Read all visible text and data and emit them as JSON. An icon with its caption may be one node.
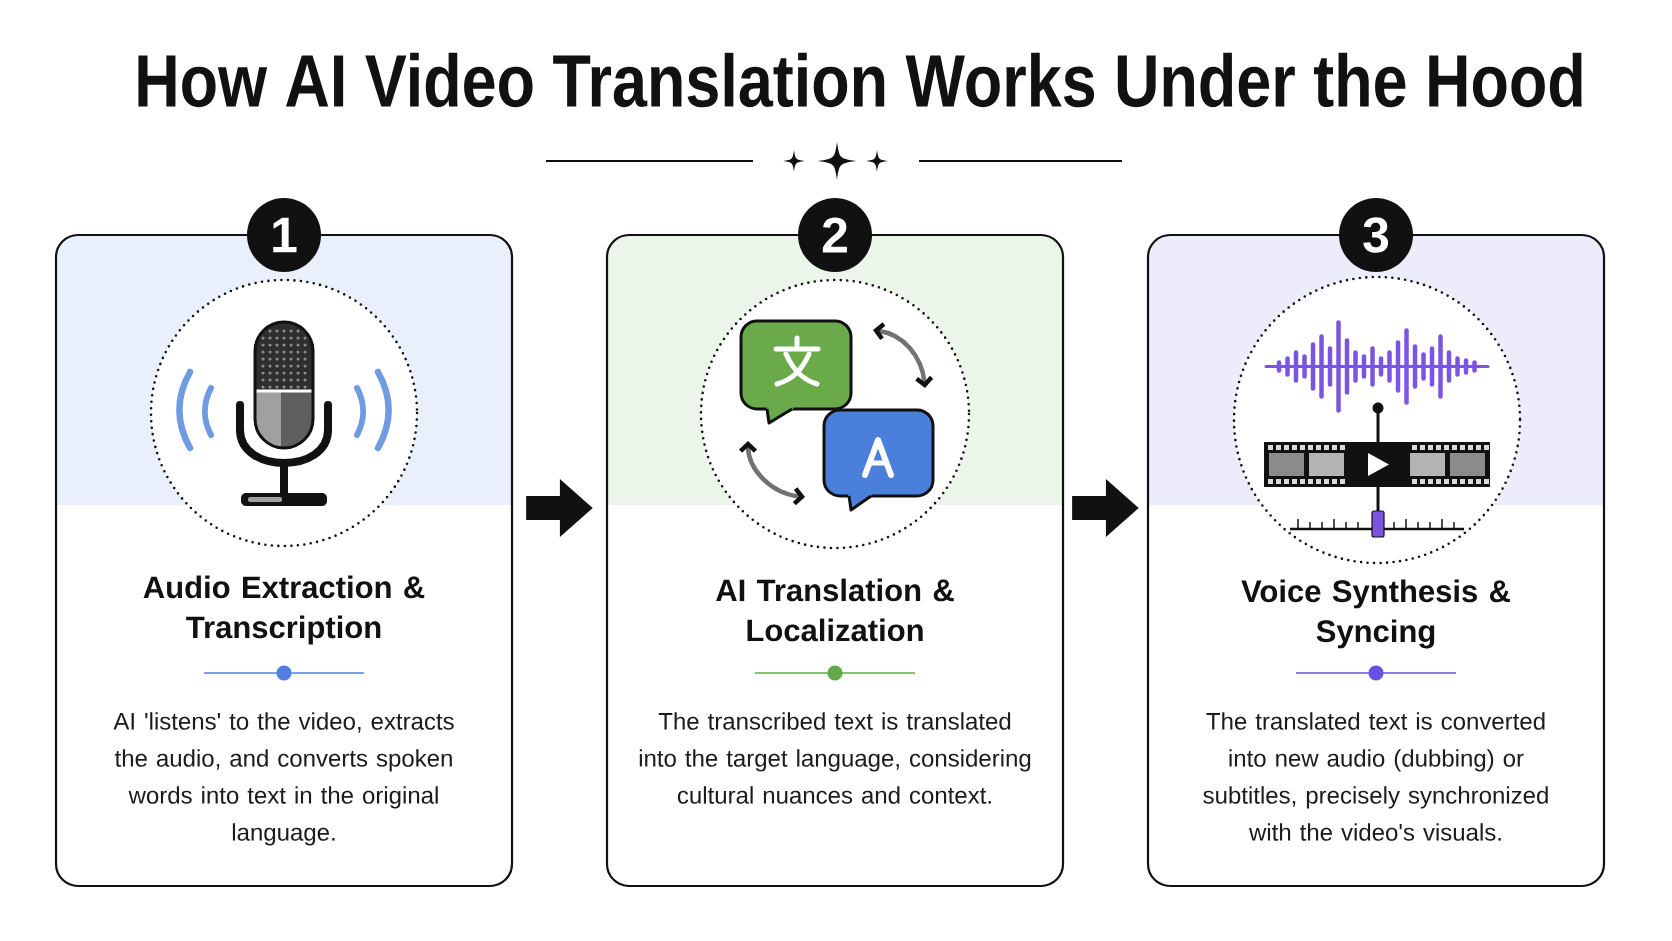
{
  "diagram": {
    "title": "How AI Video Translation Works Under the Hood",
    "nodes": [
      {
        "text": [
          "1"
        ]
      },
      {
        "text": [
          "Audio Extraction & Transcription",
          "AI 'listens' to the video, extracts the audio, and converts spoken words into text in the original language."
        ]
      },
      {
        "text": [
          "2"
        ]
      },
      {
        "text": [
          "AI Translation & Localization",
          "The transcribed text is translated into the target language, considering cultural nuances and context."
        ]
      },
      {
        "text": [
          "3"
        ]
      },
      {
        "text": [
          "Voice Synthesis & Syncing",
          "The translated text is converted into new audio (dubbing) or subtitles, precisely synchronized with the video's visuals."
        ]
      }
    ],
    "edges": [
      {
        "from": 1,
        "to": 3,
        "arrow": "to"
      },
      {
        "from": 3,
        "to": 5,
        "arrow": "to"
      }
    ]
  }
}
